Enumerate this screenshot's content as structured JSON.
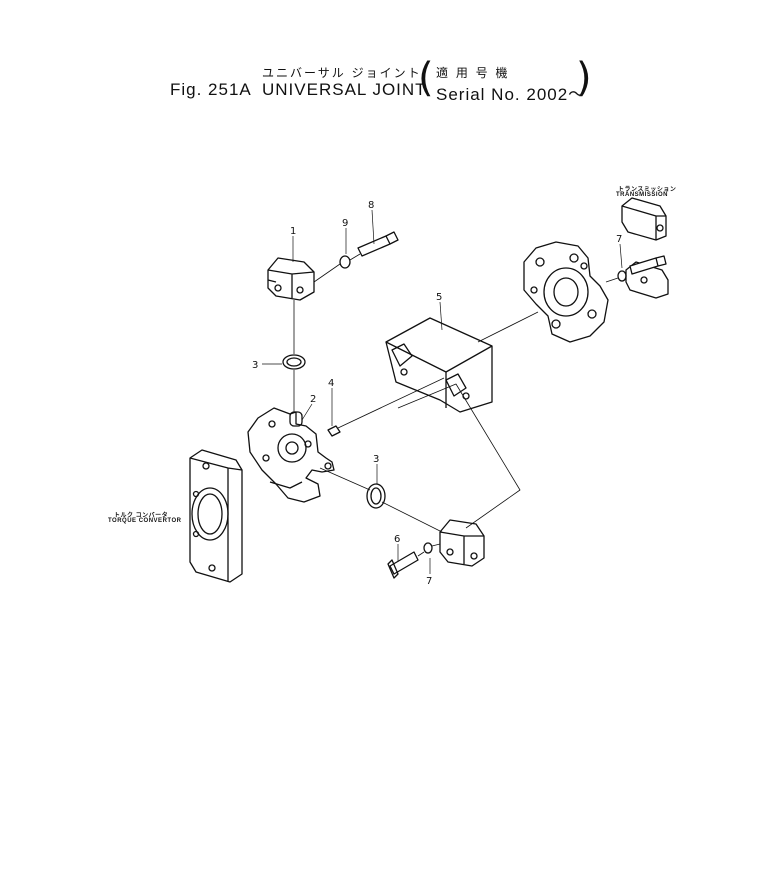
{
  "header": {
    "jp_title": "ユニバーサル ジョイント",
    "jp_serial": "適 用 号 機",
    "fig_label": "Fig. 251A",
    "title": "UNIVERSAL JOINT",
    "serial": "Serial No. 2002～",
    "paren_open": "(",
    "paren_close": ")"
  },
  "labels": {
    "transmission_jp": "トランスミッション",
    "transmission": "TRANSMISSION",
    "torque_converter_jp": "トルク コンバータ",
    "torque_converter": "TORQUE CONVERTOR"
  },
  "callouts": [
    "1",
    "9",
    "8",
    "7",
    "5",
    "3",
    "2",
    "4",
    "3",
    "6",
    "7"
  ]
}
